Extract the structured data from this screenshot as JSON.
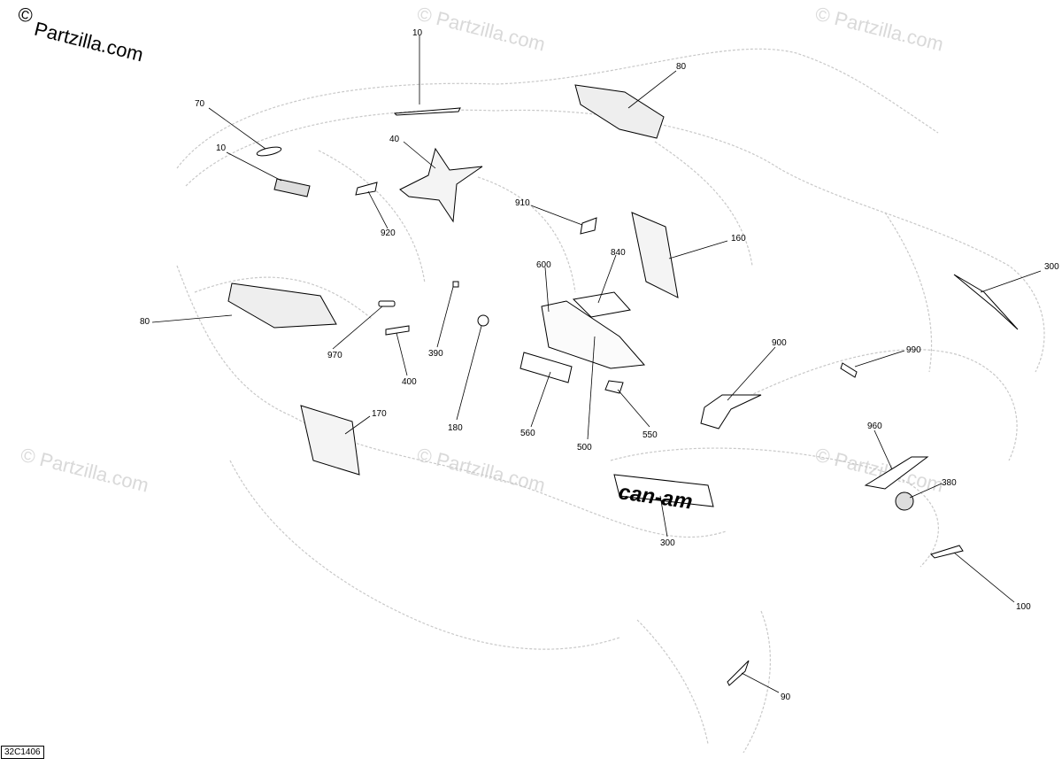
{
  "brand": {
    "copyright_symbol": "©",
    "site": "Partzilla.com"
  },
  "watermark_text": "© Partzilla.com",
  "diagram_code": "32C1406",
  "decal_text": {
    "canam_logo": "can-am"
  },
  "callouts": [
    {
      "id": "c10a",
      "label": "10"
    },
    {
      "id": "c70",
      "label": "70"
    },
    {
      "id": "c10b",
      "label": "10"
    },
    {
      "id": "c40",
      "label": "40"
    },
    {
      "id": "c80a",
      "label": "80"
    },
    {
      "id": "c910",
      "label": "910"
    },
    {
      "id": "c920",
      "label": "920"
    },
    {
      "id": "c160",
      "label": "160"
    },
    {
      "id": "c600",
      "label": "600"
    },
    {
      "id": "c840",
      "label": "840"
    },
    {
      "id": "c300a",
      "label": "300"
    },
    {
      "id": "c80b",
      "label": "80"
    },
    {
      "id": "c970",
      "label": "970"
    },
    {
      "id": "c390",
      "label": "390"
    },
    {
      "id": "c400",
      "label": "400"
    },
    {
      "id": "c900",
      "label": "900"
    },
    {
      "id": "c990",
      "label": "990"
    },
    {
      "id": "c170",
      "label": "170"
    },
    {
      "id": "c180",
      "label": "180"
    },
    {
      "id": "c560",
      "label": "560"
    },
    {
      "id": "c500",
      "label": "500"
    },
    {
      "id": "c550",
      "label": "550"
    },
    {
      "id": "c960",
      "label": "960"
    },
    {
      "id": "c380",
      "label": "380"
    },
    {
      "id": "c300b",
      "label": "300"
    },
    {
      "id": "c100",
      "label": "100"
    },
    {
      "id": "c90",
      "label": "90"
    }
  ]
}
